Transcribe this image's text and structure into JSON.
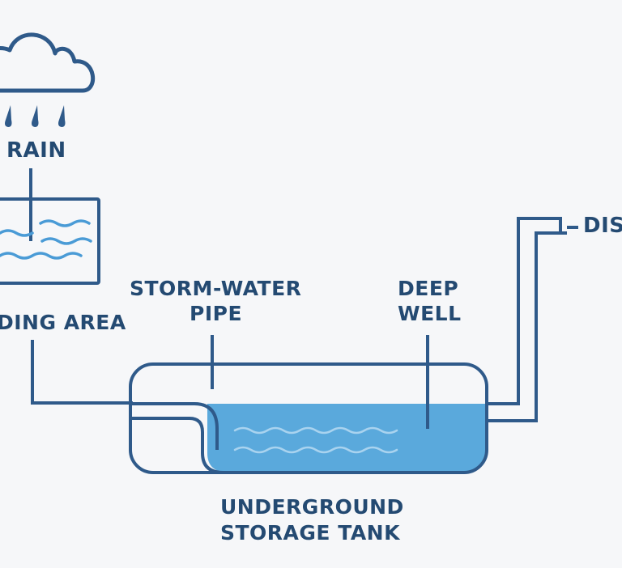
{
  "labels": {
    "rain": "RAIN",
    "landing_area": "DING AREA",
    "storm_pipe_line1": "STORM-WATER",
    "storm_pipe_line2": "PIPE",
    "deep_well_line1": "DEEP",
    "deep_well_line2": "WELL",
    "discharge": "DISC",
    "tank_line1": "UNDERGROUND",
    "tank_line2": "STORAGE TANK"
  },
  "colors": {
    "outline": "#2f5a8a",
    "label": "#244a72",
    "water": "#5aa9dc",
    "wave_light": "#a9d3ef",
    "wave_blue": "#4a9bd6",
    "background": "#f6f7f9"
  },
  "icons": {
    "cloud": "cloud-icon",
    "raindrops": "raindrop-icon"
  }
}
